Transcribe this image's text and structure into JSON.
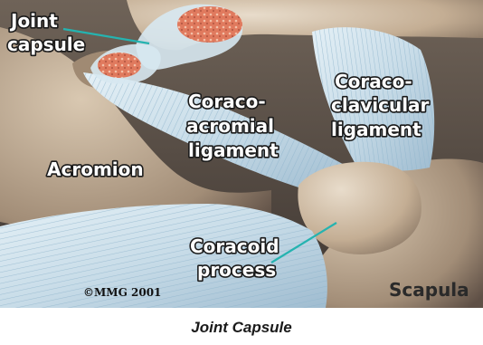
{
  "figure": {
    "labels": {
      "joint_capsule_line1": "Joint",
      "joint_capsule_line2": "capsule",
      "coraco_acromial_line1": "Coraco-",
      "coraco_acromial_line2": "acromial",
      "coraco_acromial_line3": "ligament",
      "coraco_clavicular_line1": "Coraco-",
      "coraco_clavicular_line2": "clavicular",
      "coraco_clavicular_line3": "ligament",
      "acromion": "Acromion",
      "coracoid_line1": "Coracoid",
      "coracoid_line2": "process",
      "scapula": "Scapula",
      "copyright": "©MMG 2001"
    },
    "colors": {
      "bone": "#c9b59c",
      "bone_shadow": "#6e5f52",
      "ligament": "#cfe3ee",
      "ligament_fiber": "#8fb4cc",
      "cartilage": "#e08a6e",
      "leader_line": "#25b3b0"
    }
  },
  "caption": "Joint Capsule"
}
